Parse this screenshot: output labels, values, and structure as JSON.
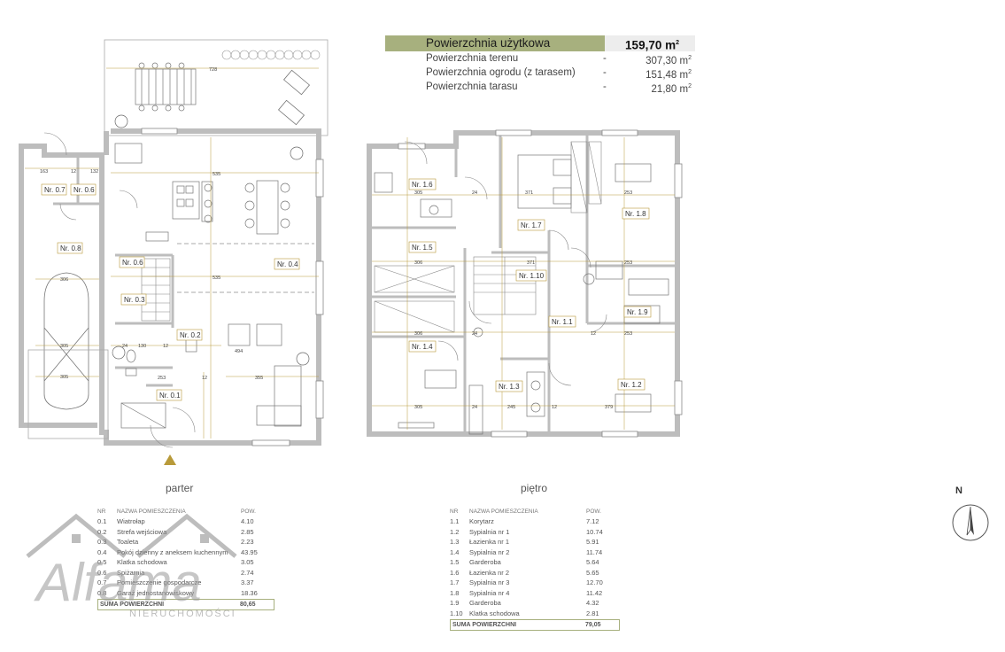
{
  "summary": {
    "title": "Powierzchnia użytkowa",
    "title_value": "159,70 m",
    "title_unit_sup": "2",
    "rows": [
      {
        "label": "Powierzchnia terenu",
        "dash": "-",
        "value": "307,30 m",
        "sup": "2"
      },
      {
        "label": "Powierzchnia ogrodu (z tarasem)",
        "dash": "-",
        "value": "151,48 m",
        "sup": "2"
      },
      {
        "label": "Powierzchnia tarasu",
        "dash": "-",
        "value": "21,80 m",
        "sup": "2"
      }
    ]
  },
  "ground_floor": {
    "caption": "parter",
    "room_labels": [
      "Nr. 0.1",
      "Nr. 0.2",
      "Nr. 0.3",
      "Nr. 0.4",
      "Nr. 0.6",
      "Nr. 0.7",
      "Nr. 0.8"
    ],
    "room_label_06b": "Nr. 0.6",
    "dims": [
      "728",
      "163",
      "12",
      "132",
      "535",
      "306",
      "305",
      "305",
      "535",
      "494",
      "355",
      "253",
      "130",
      "12",
      "24",
      "12"
    ],
    "table": {
      "headers": {
        "nr": "NR",
        "name": "NAZWA POMIESZCZENIA",
        "pow": "POW."
      },
      "rows": [
        {
          "nr": "0.1",
          "name": "Wiatrołap",
          "pow": "4.10"
        },
        {
          "nr": "0.2",
          "name": "Strefa wejściowa",
          "pow": "2.85"
        },
        {
          "nr": "0.3",
          "name": "Toaleta",
          "pow": "2.23"
        },
        {
          "nr": "0.4",
          "name": "Pokój dzienny z aneksem kuchennym",
          "pow": "43.95"
        },
        {
          "nr": "0.5",
          "name": "Klatka schodowa",
          "pow": "3.05"
        },
        {
          "nr": "0.6",
          "name": "Spiżarnia",
          "pow": "2.74"
        },
        {
          "nr": "0.7",
          "name": "Pomieszczenie gospodarcze",
          "pow": "3.37"
        },
        {
          "nr": "0.8",
          "name": "Garaż jednostanowiskowy",
          "pow": "18.36"
        }
      ],
      "total_label": "SUMA POWIERZCHNI",
      "total_value": "80,65"
    }
  },
  "first_floor": {
    "caption": "piętro",
    "room_labels": [
      "Nr. 1.1",
      "Nr. 1.2",
      "Nr. 1.3",
      "Nr. 1.4",
      "Nr. 1.5",
      "Nr. 1.6",
      "Nr. 1.7",
      "Nr. 1.8",
      "Nr. 1.9",
      "Nr. 1.10"
    ],
    "dims": [
      "305",
      "371",
      "253",
      "306",
      "371",
      "253",
      "306",
      "12",
      "253",
      "305",
      "245",
      "12",
      "379",
      "24",
      "24",
      "24"
    ],
    "table": {
      "headers": {
        "nr": "NR",
        "name": "NAZWA POMIESZCZENIA",
        "pow": "POW."
      },
      "rows": [
        {
          "nr": "1.1",
          "name": "Korytarz",
          "pow": "7.12"
        },
        {
          "nr": "1.2",
          "name": "Sypialnia nr 1",
          "pow": "10.74"
        },
        {
          "nr": "1.3",
          "name": "Łazienka nr 1",
          "pow": "5.91"
        },
        {
          "nr": "1.4",
          "name": "Sypialnia nr 2",
          "pow": "11.74"
        },
        {
          "nr": "1.5",
          "name": "Garderoba",
          "pow": "5.64"
        },
        {
          "nr": "1.6",
          "name": "Łazienka nr 2",
          "pow": "5.65"
        },
        {
          "nr": "1.7",
          "name": "Sypialnia nr 3",
          "pow": "12.70"
        },
        {
          "nr": "1.8",
          "name": "Sypialnia nr 4",
          "pow": "11.42"
        },
        {
          "nr": "1.9",
          "name": "Garderoba",
          "pow": "4.32"
        },
        {
          "nr": "1.10",
          "name": "Klatka schodowa",
          "pow": "2.81"
        }
      ],
      "total_label": "SUMA POWIERZCHNI",
      "total_value": "79,05"
    }
  },
  "compass": {
    "label": "N"
  },
  "watermark": {
    "brand": "Alfama",
    "sub": "NIERUCHOMOŚCI"
  },
  "colors": {
    "accent": "#a7b07e",
    "wall": "#bdbdbd",
    "dim_line": "#b89a3a",
    "room_label_border": "#b89a3a"
  }
}
